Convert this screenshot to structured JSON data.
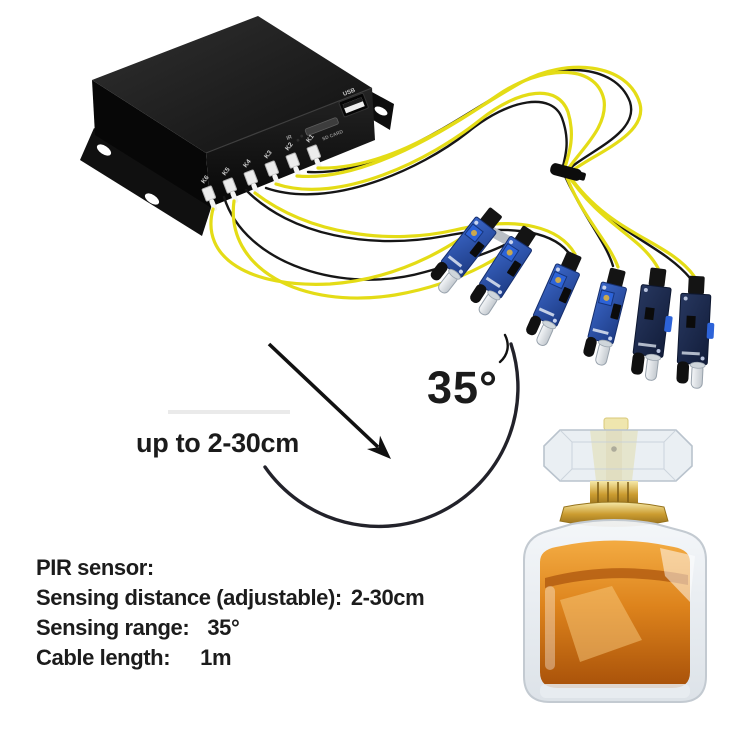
{
  "scene": {
    "background": "#ffffff",
    "description_elements": [
      "media player control box",
      "6 wired IR sensor modules",
      "sensing range arc",
      "perfume bottle illustration"
    ]
  },
  "device": {
    "usb_label": "USB",
    "sd_label": "SD CARD",
    "ir_label": "IR",
    "port_labels": [
      "K6",
      "K5",
      "K4",
      "K3",
      "K2",
      "K1"
    ]
  },
  "sensors": {
    "count": 6
  },
  "annotations": {
    "angle_label": "35°",
    "distance_label": "up to 2-30cm"
  },
  "specs": {
    "title": "PIR sensor:",
    "rows": [
      {
        "label": "Sensing distance (adjustable):",
        "value": "2-30cm"
      },
      {
        "label": "Sensing range:",
        "value": "35°"
      },
      {
        "label": "Cable length:",
        "value": "1m"
      }
    ]
  },
  "colors": {
    "cable_yellow": "#e4dc16",
    "cable_black": "#161616",
    "pcb_blue": "#2c52a8",
    "pcb_navy": "#1d2c55",
    "box_black": "#161616",
    "gold": "#c9992f",
    "liquid_orange": "#dd831c",
    "text": "#1b1b1b"
  }
}
